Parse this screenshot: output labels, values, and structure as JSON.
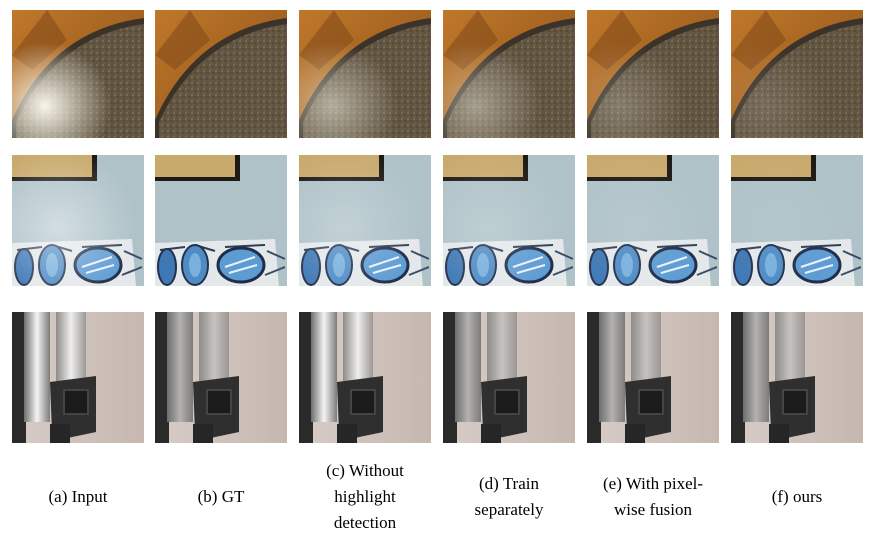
{
  "figure": {
    "row_subjects": [
      "speckled-plate-edge",
      "wall-painting-with-blue-ovals",
      "gray-pipes-with-black-bracket"
    ],
    "columns": [
      {
        "caption_lines": [
          "(a) Input"
        ]
      },
      {
        "caption_lines": [
          "(b) GT"
        ]
      },
      {
        "caption_lines": [
          "(c) Without",
          "highlight",
          "detection"
        ]
      },
      {
        "caption_lines": [
          "(d) Train",
          "separately"
        ]
      },
      {
        "caption_lines": [
          "(e) With pixel-",
          "wise fusion"
        ]
      },
      {
        "caption_lines": [
          "(f) ours"
        ]
      }
    ],
    "highlight_strength": [
      1.0,
      0.0,
      0.55,
      0.45,
      0.25,
      0.15
    ]
  }
}
